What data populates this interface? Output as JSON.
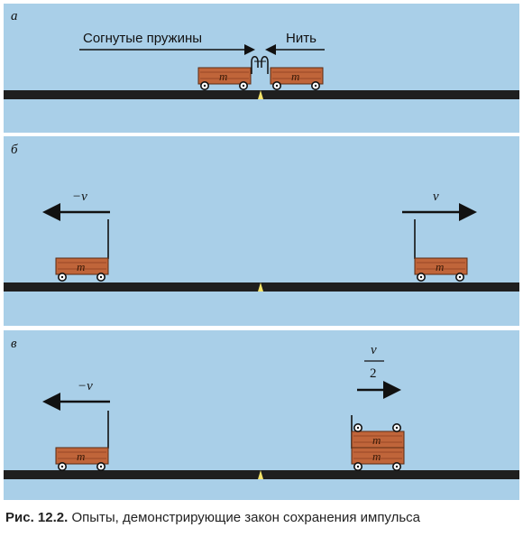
{
  "panels": [
    {
      "letter": "а",
      "labels": {
        "springs": "Согнутые пружины",
        "thread": "Нить"
      }
    },
    {
      "letter": "б",
      "velocity_left": "−v⃗",
      "velocity_right": "v⃗"
    },
    {
      "letter": "в",
      "velocity_left": "−v⃗",
      "velocity_right_num": "v⃗",
      "velocity_right_den": "2"
    }
  ],
  "cart_mass_label": "m",
  "caption": {
    "number": "Рис. 12.2.",
    "text": "Опыты, демонстрирующие закон сохранения импульса"
  },
  "colors": {
    "panel_bg": "#a9cfe8",
    "track": "#1f1f1f",
    "cart": "#c0653a",
    "cart_stripe": "#8a3f1f",
    "marker": "#f4e36a"
  }
}
